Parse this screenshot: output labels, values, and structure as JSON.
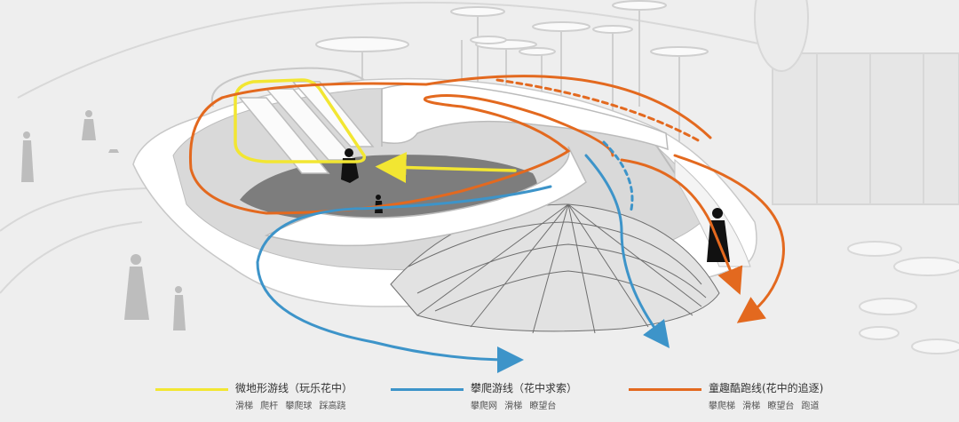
{
  "colors": {
    "background": "#eeeeee",
    "structure": "#ffffff",
    "structure_shadow": "#c9c9c9",
    "floor": "#7d7d7d",
    "net": "#6e6e6e",
    "yellow": "#f2e632",
    "blue": "#3d94c9",
    "orange": "#e3691f"
  },
  "legend": [
    {
      "color": "#f2e632",
      "title": "微地形游线（玩乐花中）",
      "subtitle": "滑梯 爬杆 攀爬球 踩高跷"
    },
    {
      "color": "#3d94c9",
      "title": "攀爬游线（花中求索）",
      "subtitle": "攀爬网 滑梯 瞭望台"
    },
    {
      "color": "#e3691f",
      "title": "童趣酷跑线(花中的追逐)",
      "subtitle": "攀爬梯 滑梯 瞭望台 跑道"
    }
  ]
}
